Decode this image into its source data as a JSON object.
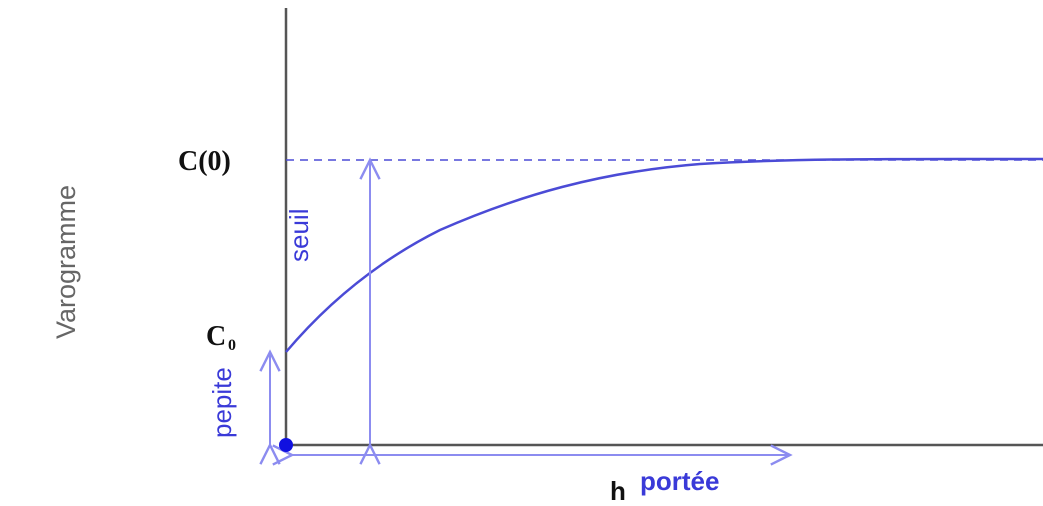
{
  "ylabel": "Varogramme",
  "xlabel": "h",
  "labels": {
    "sill_level": "C(0)",
    "nugget_level": "C",
    "nugget_subscript": "0",
    "sill_arrow": "seuil",
    "nugget_arrow": "pepite",
    "range_arrow": "portée"
  },
  "colors": {
    "axis": "#555555",
    "curve": "#4b4bd6",
    "arrow": "#8c8cf0",
    "point": "#1010e0",
    "text_blue": "#3a3ad8",
    "text_dark": "#111111",
    "text_gray": "#666666"
  }
}
